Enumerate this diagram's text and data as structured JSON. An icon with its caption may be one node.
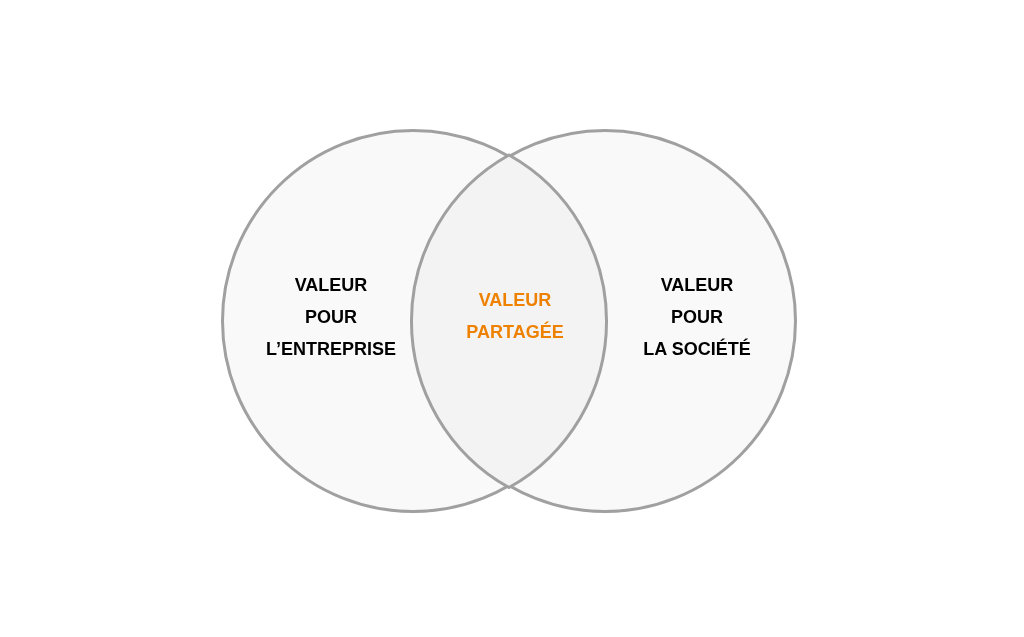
{
  "diagram": {
    "nodes": [
      {
        "text": [
          "VALEUR POUR L’ENTREPRISE"
        ]
      },
      {
        "text": [
          "VALEUR POUR LA SOCIÉTÉ"
        ]
      },
      {
        "text": [
          "VALEUR PARTAGÉE"
        ]
      }
    ]
  }
}
